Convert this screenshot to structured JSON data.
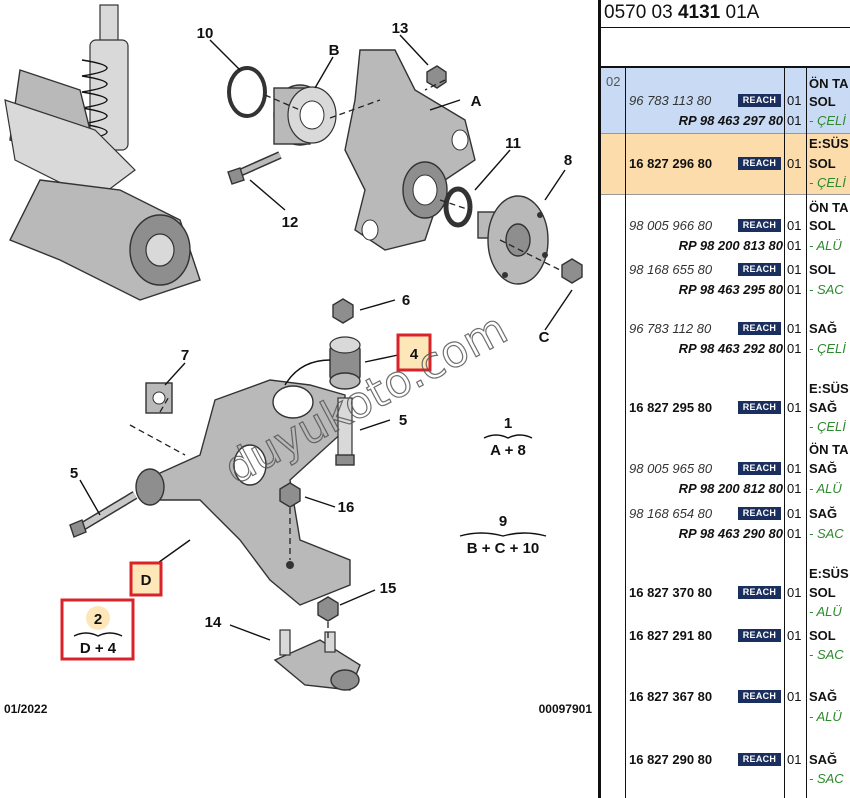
{
  "reference": {
    "prefix": "0570 03 ",
    "bold": "4131",
    "suffix": " 01A"
  },
  "footer": {
    "date": "01/2022",
    "code": "00097901"
  },
  "watermark": "duyukoto.com",
  "callouts": {
    "c10": "10",
    "cB": "B",
    "c13": "13",
    "cA": "A",
    "c11": "11",
    "c8": "8",
    "c12": "12",
    "c6": "6",
    "c4": "4",
    "cC": "C",
    "c7": "7",
    "c5a": "5",
    "c5b": "5",
    "c1": "1",
    "c16": "16",
    "c9": "9",
    "cD": "D",
    "c15": "15",
    "c14": "14",
    "c2": "2"
  },
  "legends": {
    "one": {
      "num": "1",
      "formula": "A + 8"
    },
    "nine": {
      "num": "9",
      "formula": "B + C + 10"
    },
    "two": {
      "num": "2",
      "formula": "D + 4"
    }
  },
  "table": {
    "seq": "02",
    "badge": "REACH",
    "rows": [
      {
        "pn": "96 783 113 80",
        "style": "italic",
        "qty": "01",
        "desc": "ÖN TA",
        "desc2": "SOL",
        "rp": "RP 98 463 297 80",
        "rpqty": "01",
        "sub": "- ÇELİ"
      },
      {
        "pn": "16 827 296 80",
        "style": "bold",
        "qty": "01",
        "desc": "E:SÜS",
        "desc2": "SOL",
        "sub": "- ÇELİ"
      },
      {
        "pn": "98 005 966 80",
        "style": "italic",
        "qty": "01",
        "desc": "ÖN TA",
        "desc2": "SOL",
        "rp": "RP 98 200 813 80",
        "rpqty": "01",
        "sub": "- ALÜ"
      },
      {
        "pn": "98 168 655 80",
        "style": "italic",
        "qty": "01",
        "desc": "SOL",
        "rp": "RP 98 463 295 80",
        "rpqty": "01",
        "sub": "- SAC"
      },
      {
        "pn": "96 783 112 80",
        "style": "italic",
        "qty": "01",
        "desc": "SAĞ",
        "rp": "RP 98 463 292 80",
        "rpqty": "01",
        "sub": "- ÇELİ"
      },
      {
        "pn": "16 827 295 80",
        "style": "bold",
        "qty": "01",
        "desc": "E:SÜS",
        "desc2": "SAĞ",
        "sub": "- ÇELİ"
      },
      {
        "pn": "98 005 965 80",
        "style": "italic",
        "qty": "01",
        "desc": "ÖN TA",
        "desc2": "SAĞ",
        "rp": "RP 98 200 812 80",
        "rpqty": "01",
        "sub": "- ALÜ"
      },
      {
        "pn": "98 168 654 80",
        "style": "italic",
        "qty": "01",
        "desc": "SAĞ",
        "rp": "RP 98 463 290 80",
        "rpqty": "01",
        "sub": "- SAC"
      },
      {
        "pn": "16 827 370 80",
        "style": "bold",
        "qty": "01",
        "desc": "E:SÜS",
        "desc2": "SOL",
        "sub": "- ALÜ"
      },
      {
        "pn": "16 827 291 80",
        "style": "bold",
        "qty": "01",
        "desc": "SOL",
        "sub": "- SAC"
      },
      {
        "pn": "16 827 367 80",
        "style": "bold",
        "qty": "01",
        "desc": "SAĞ",
        "sub": "- ALÜ"
      },
      {
        "pn": "16 827 290 80",
        "style": "bold",
        "qty": "01",
        "desc": "SAĞ",
        "sub": "- SAC"
      }
    ]
  },
  "colors": {
    "highlight_blue": "#c9dbf4",
    "highlight_orange": "#fcdcaa",
    "reach_badge": "#1b2f5e",
    "callout_red": "#d8232a"
  }
}
